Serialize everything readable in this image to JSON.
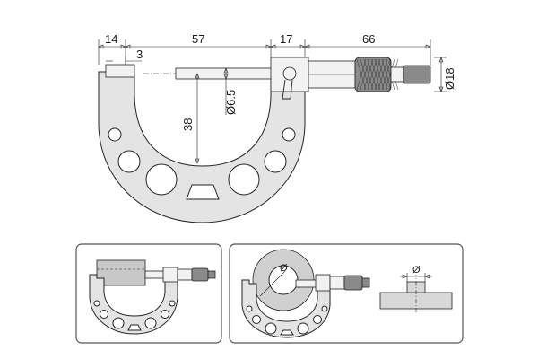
{
  "main_diagram": {
    "dimensions": {
      "top_left": "14",
      "top_gap": "3",
      "top_middle": "57",
      "top_right": "17",
      "top_far_right": "66",
      "spindle_diameter": "Ø6.5",
      "height": "38",
      "thimble_diameter": "Ø18"
    }
  },
  "usage_panels": {
    "right_panel": {
      "diameter_symbol_circle": "Ø",
      "diameter_symbol_part": "Ø"
    }
  },
  "colors": {
    "frame_fill": "#e4e4e4",
    "outline": "#222222",
    "panel_border": "#555555"
  }
}
